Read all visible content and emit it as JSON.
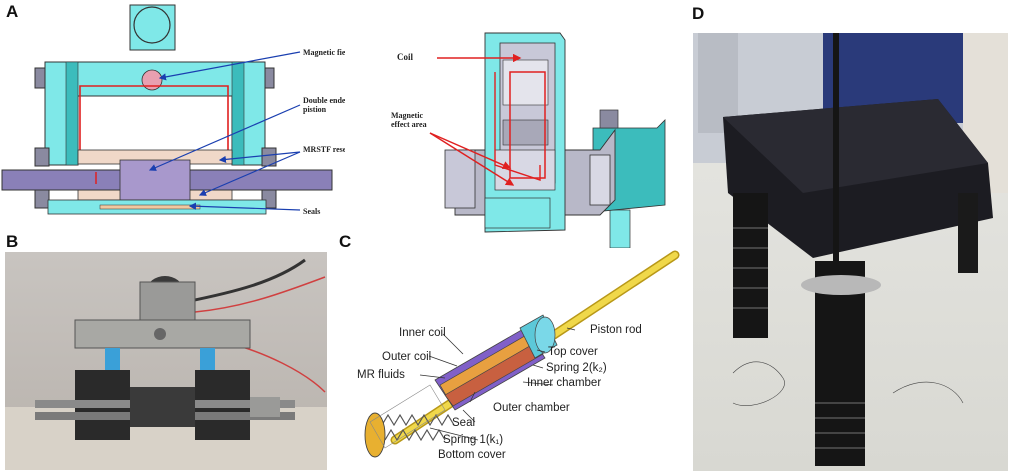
{
  "panels": {
    "A": {
      "letter": "A"
    },
    "B": {
      "letter": "B"
    },
    "C": {
      "letter": "C"
    },
    "D": {
      "letter": "D"
    }
  },
  "panelA_left_labels": {
    "magnetic_field": "Magnetic field",
    "double_ended_line1": "Double ended",
    "double_ended_line2": "pistion",
    "mrstf_reservoir": "MRSTF reservoir",
    "seals": "Seals"
  },
  "panelA_right_labels": {
    "coil": "Coil",
    "magnetic_line1": "Magnetic",
    "magnetic_line2": "effect area"
  },
  "panelC_labels": {
    "inner_coil": "Inner coil",
    "outer_coil": "Outer coil",
    "mr_fluids": "MR fluids",
    "piston_rod": "Piston rod",
    "top_cover": "Top cover",
    "spring2": "Spring 2(k₂)",
    "inner_chamber": "Inner chamber",
    "outer_chamber": "Outer chamber",
    "seal": "Seal",
    "spring1": "Spring 1(k₁)",
    "bottom_cover": "Bottom cover"
  },
  "colors": {
    "cyan": "#7fe8e8",
    "cyan_dark": "#3cbcbc",
    "gray_block": "#8a8aa0",
    "purple_piston": "#8a80b8",
    "red_arrow": "#e02020",
    "blue_arrow": "#1a3fb0",
    "yellow_rod": "#e8d040"
  }
}
